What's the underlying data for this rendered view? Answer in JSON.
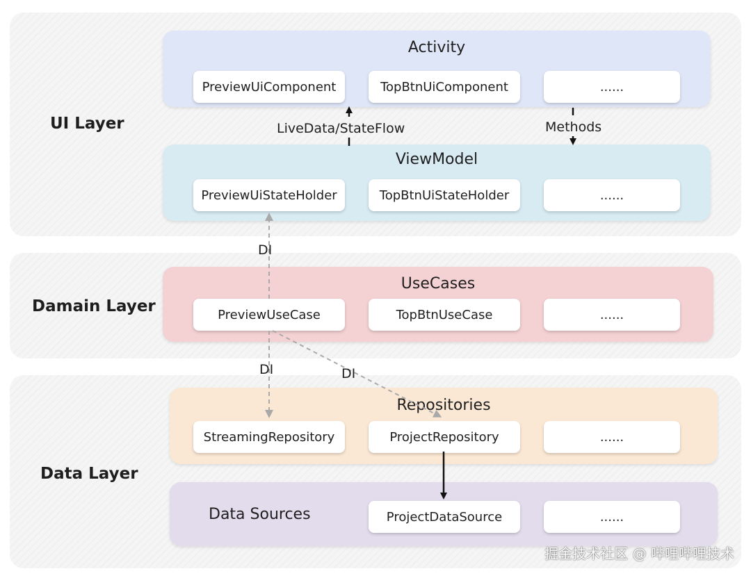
{
  "layers": {
    "ui": "UI Layer",
    "domain": "Damain Layer",
    "data": "Data Layer"
  },
  "activity": {
    "title": "Activity",
    "items": [
      "PreviewUiComponent",
      "TopBtnUiComponent",
      "......"
    ]
  },
  "viewmodel": {
    "title": "ViewModel",
    "items": [
      "PreviewUiStateHolder",
      "TopBtnUiStateHolder",
      "......"
    ]
  },
  "usecases": {
    "title": "UseCases",
    "items": [
      "PreviewUseCase",
      "TopBtnUseCase",
      "......"
    ]
  },
  "repositories": {
    "title": "Repositories",
    "items": [
      "StreamingRepository",
      "ProjectRepository",
      "......"
    ]
  },
  "datasources": {
    "title": "Data Sources",
    "items": [
      "ProjectDataSource",
      "......"
    ]
  },
  "edges": {
    "livedata": "LiveData/StateFlow",
    "methods": "Methods",
    "di_vm": "DI",
    "di_repo_left": "DI",
    "di_repo_right": "DI"
  },
  "colors": {
    "activity": "#dfe6f8",
    "viewmodel": "#d8ebf3",
    "usecases": "#f4d1d3",
    "repositories": "#fbe8d4",
    "datasources": "#e2dcec",
    "dashed_arrow": "#a9a9a9",
    "solid_arrow": "#111111"
  },
  "watermark": "掘金技术社区 @ 哔哩哔哩技术"
}
